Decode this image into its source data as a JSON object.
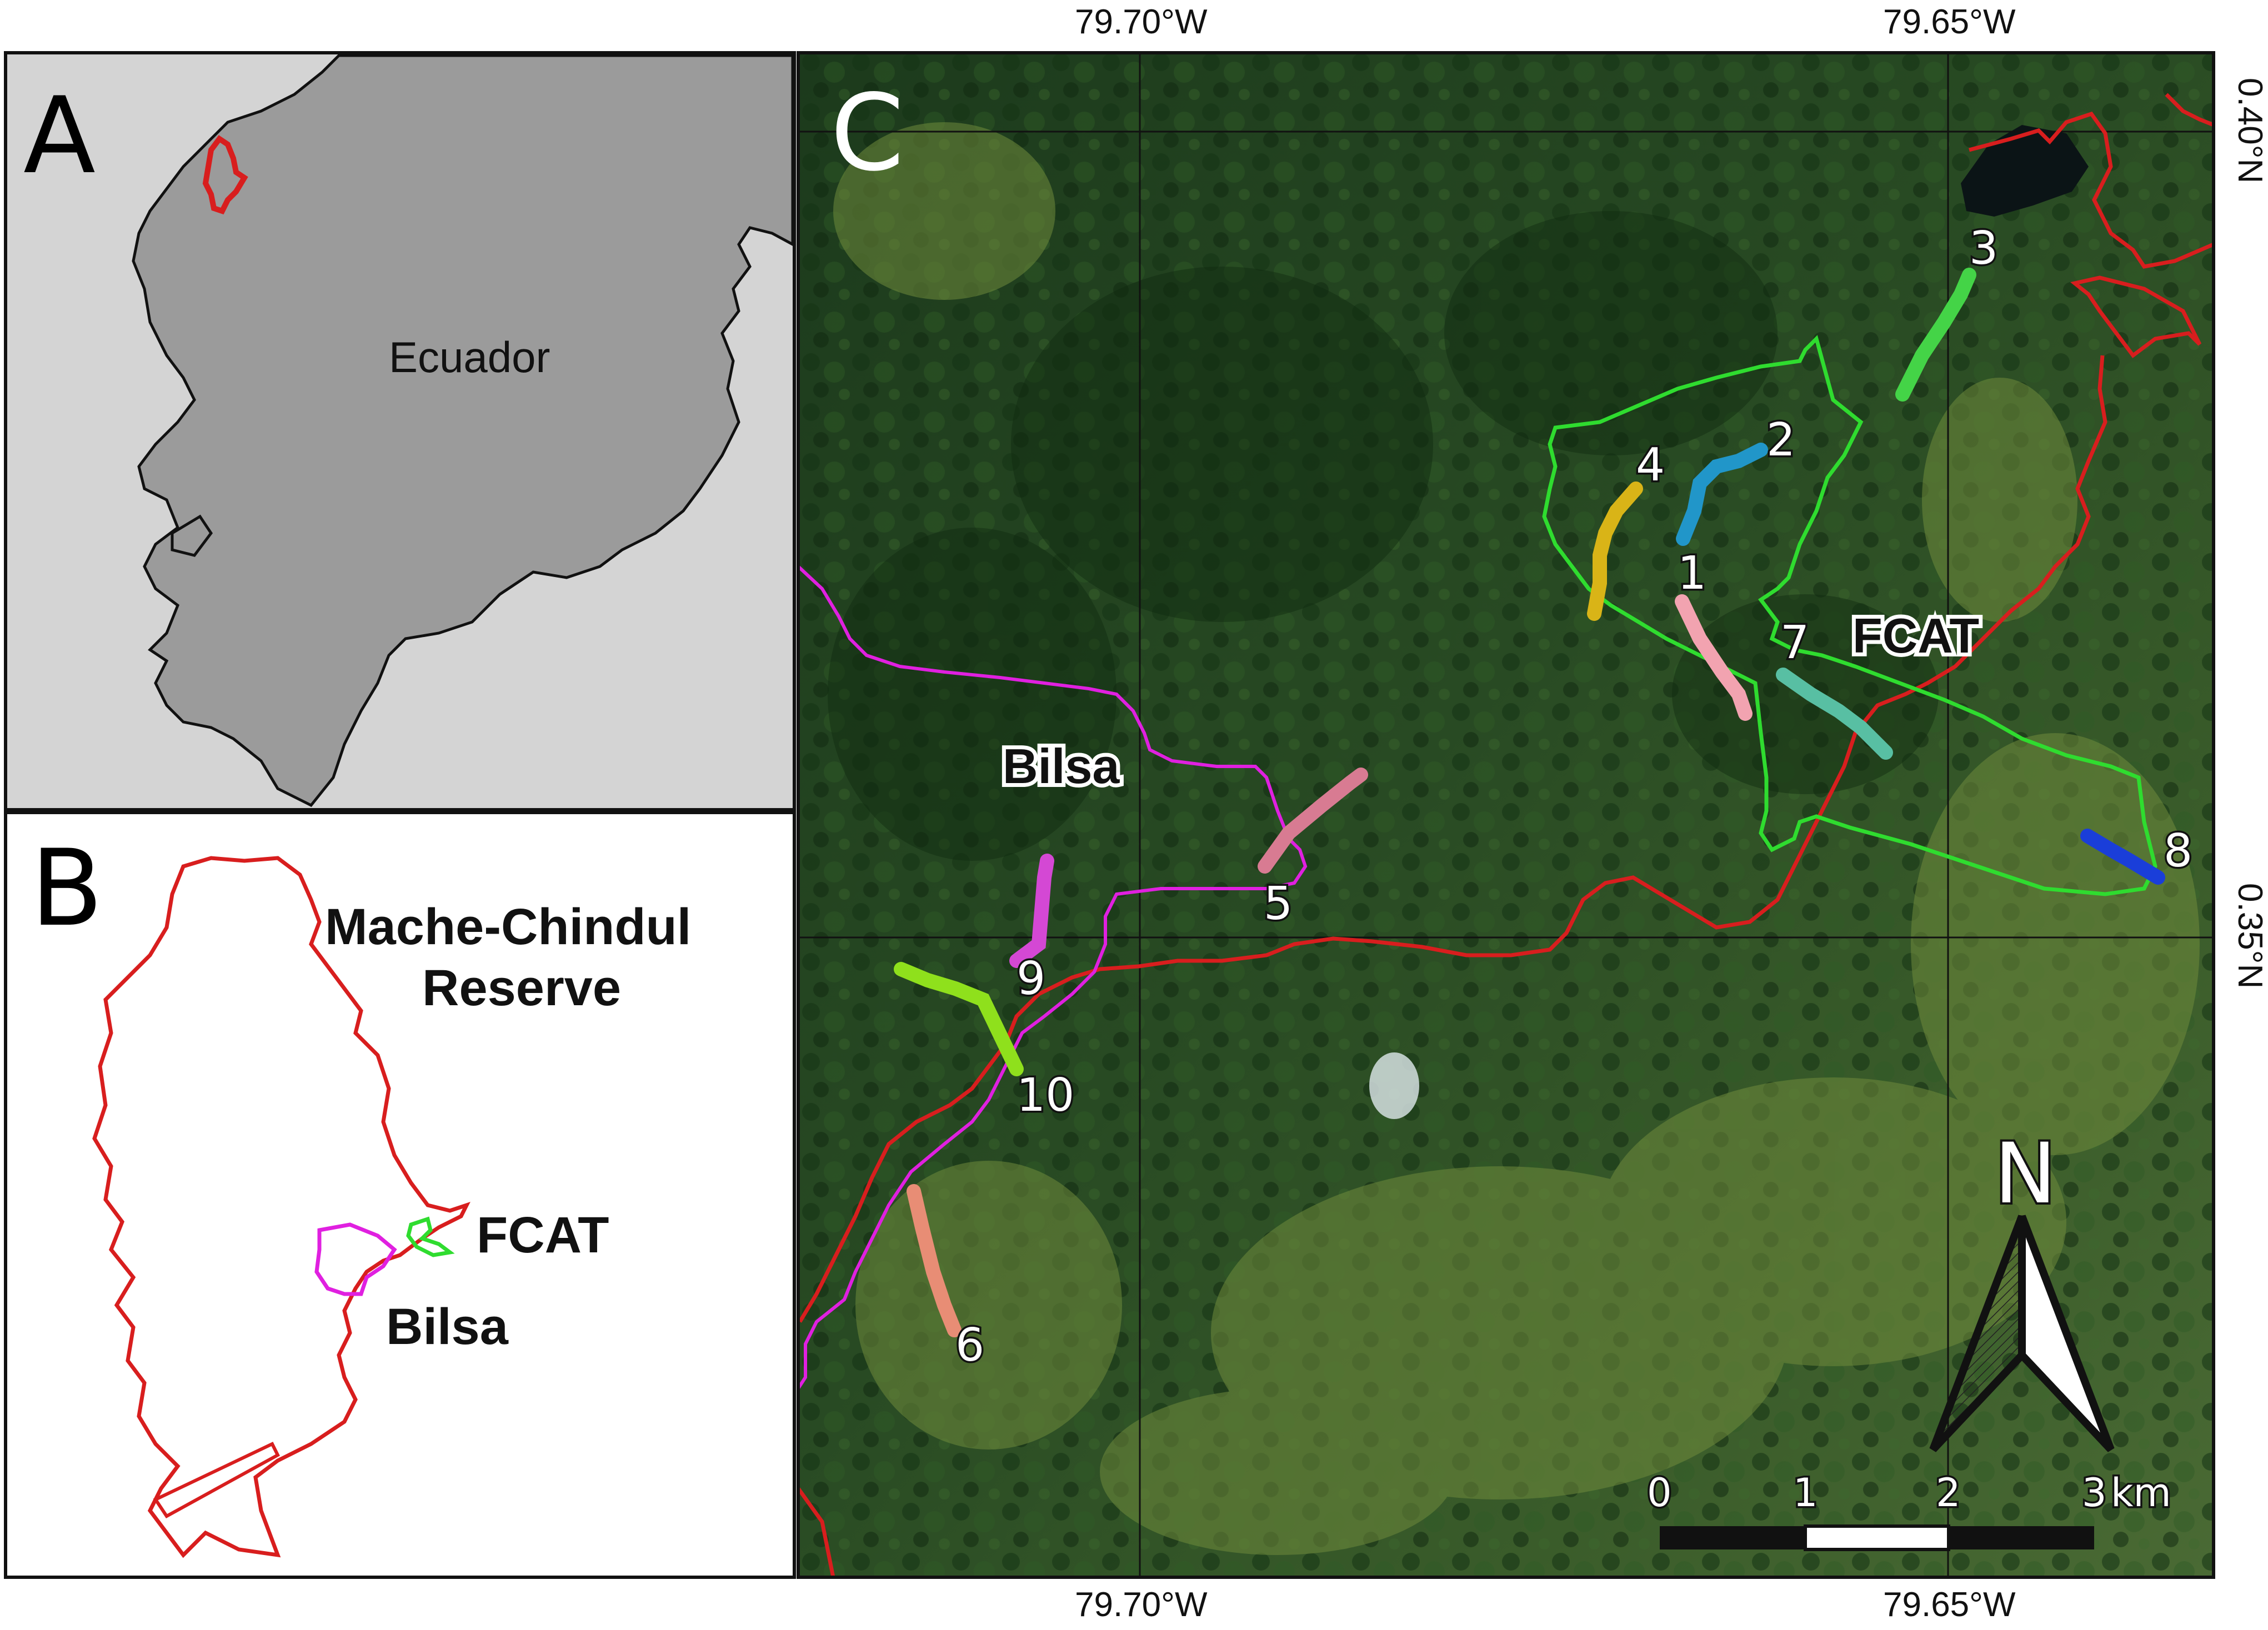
{
  "panels": {
    "a": {
      "letter": "A",
      "country_label": "Ecuador"
    },
    "b": {
      "letter": "B",
      "reserve_label_line1": "Mache-Chindul",
      "reserve_label_line2": "Reserve",
      "fcat_label": "FCAT",
      "bilsa_label": "Bilsa"
    },
    "c": {
      "letter": "C",
      "fcat_label": "FCAT",
      "bilsa_label": "Bilsa"
    }
  },
  "coordinates": {
    "top_lon_1": "79.70°W",
    "top_lon_2": "79.65°W",
    "bottom_lon_1": "79.70°W",
    "bottom_lon_2": "79.65°W",
    "lat_1": "0.40°N",
    "lat_2": "0.35°N"
  },
  "transects": [
    {
      "label": "1",
      "color": "#f2a3b0"
    },
    {
      "label": "2",
      "color": "#2196c9"
    },
    {
      "label": "3",
      "color": "#44d447"
    },
    {
      "label": "4",
      "color": "#d9b417"
    },
    {
      "label": "5",
      "color": "#d87b92"
    },
    {
      "label": "6",
      "color": "#e88d75"
    },
    {
      "label": "7",
      "color": "#58bfa3"
    },
    {
      "label": "8",
      "color": "#1a3ed9"
    },
    {
      "label": "9",
      "color": "#d448d4"
    },
    {
      "label": "10",
      "color": "#8fe01c"
    }
  ],
  "scale_bar": {
    "tick_0": "0",
    "tick_1": "1",
    "tick_2": "2",
    "tick_3": "3",
    "unit": "km"
  },
  "north_arrow": {
    "label": "N"
  },
  "boundary_colors": {
    "mache_chindul": "#d81e1e",
    "fcat": "#2fdc2f",
    "bilsa": "#e020e0"
  }
}
